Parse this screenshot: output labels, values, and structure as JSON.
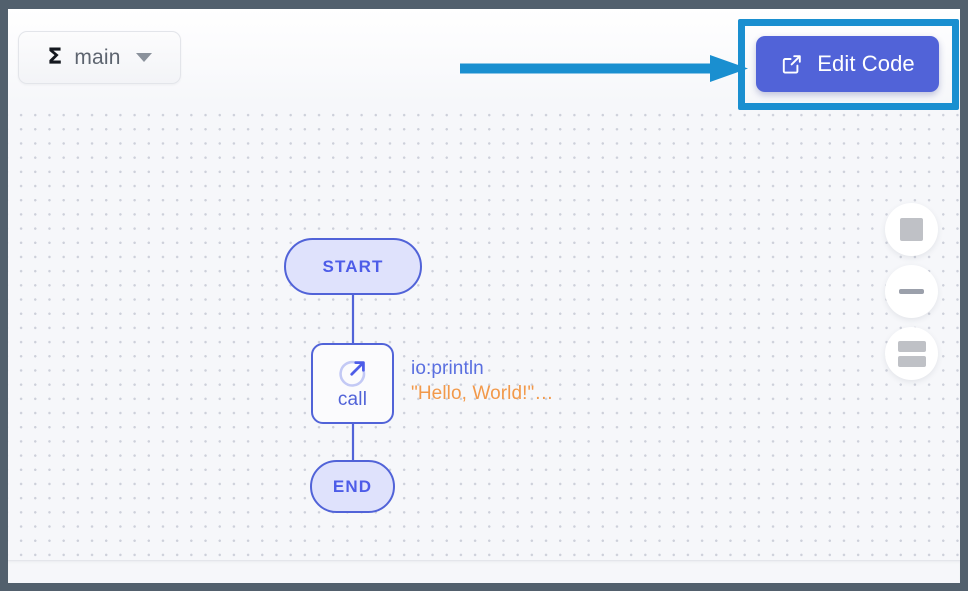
{
  "window": {
    "frame_color": "#52606d"
  },
  "toolbar": {
    "function_selector": {
      "icon": "sigma-icon",
      "symbol": "Σ",
      "label": "main",
      "chevron": "chevron-down-icon"
    },
    "edit_code_button": {
      "label": "Edit Code",
      "icon": "external-link-icon",
      "background": "#5163d8",
      "text_color": "#ffffff"
    }
  },
  "annotation": {
    "box_color": "#1a8fd0",
    "arrow_color": "#1a8fd0",
    "target": "edit-code-button"
  },
  "canvas": {
    "background": "#f6f7fa",
    "dot_color": "#cdd0da",
    "nodes": [
      {
        "id": "start",
        "type": "terminal",
        "label": "START",
        "fill": "#dfe2fc",
        "stroke": "#5163d8",
        "text_color": "#4d5ce8"
      },
      {
        "id": "call",
        "type": "call",
        "label": "call",
        "icon": "call-arrow-icon",
        "fill": "#fbfbfd",
        "stroke": "#5163d8",
        "text_color": "#5163d8",
        "annotation": {
          "function": "io:println",
          "function_color": "#5a6fe0",
          "argument": "\"Hello, World!\"…",
          "argument_color": "#f2994a"
        }
      },
      {
        "id": "end",
        "type": "terminal",
        "label": "END",
        "fill": "#dfe2fc",
        "stroke": "#5163d8",
        "text_color": "#4d5ce8"
      }
    ],
    "edges": [
      {
        "from": "start",
        "to": "call"
      },
      {
        "from": "call",
        "to": "end"
      }
    ],
    "edge_color": "#5163d8"
  },
  "controls": [
    {
      "id": "fit-to-screen",
      "icon": "square-icon"
    },
    {
      "id": "zoom-out",
      "icon": "minus-icon"
    },
    {
      "id": "layout",
      "icon": "stacked-bars-icon"
    }
  ]
}
